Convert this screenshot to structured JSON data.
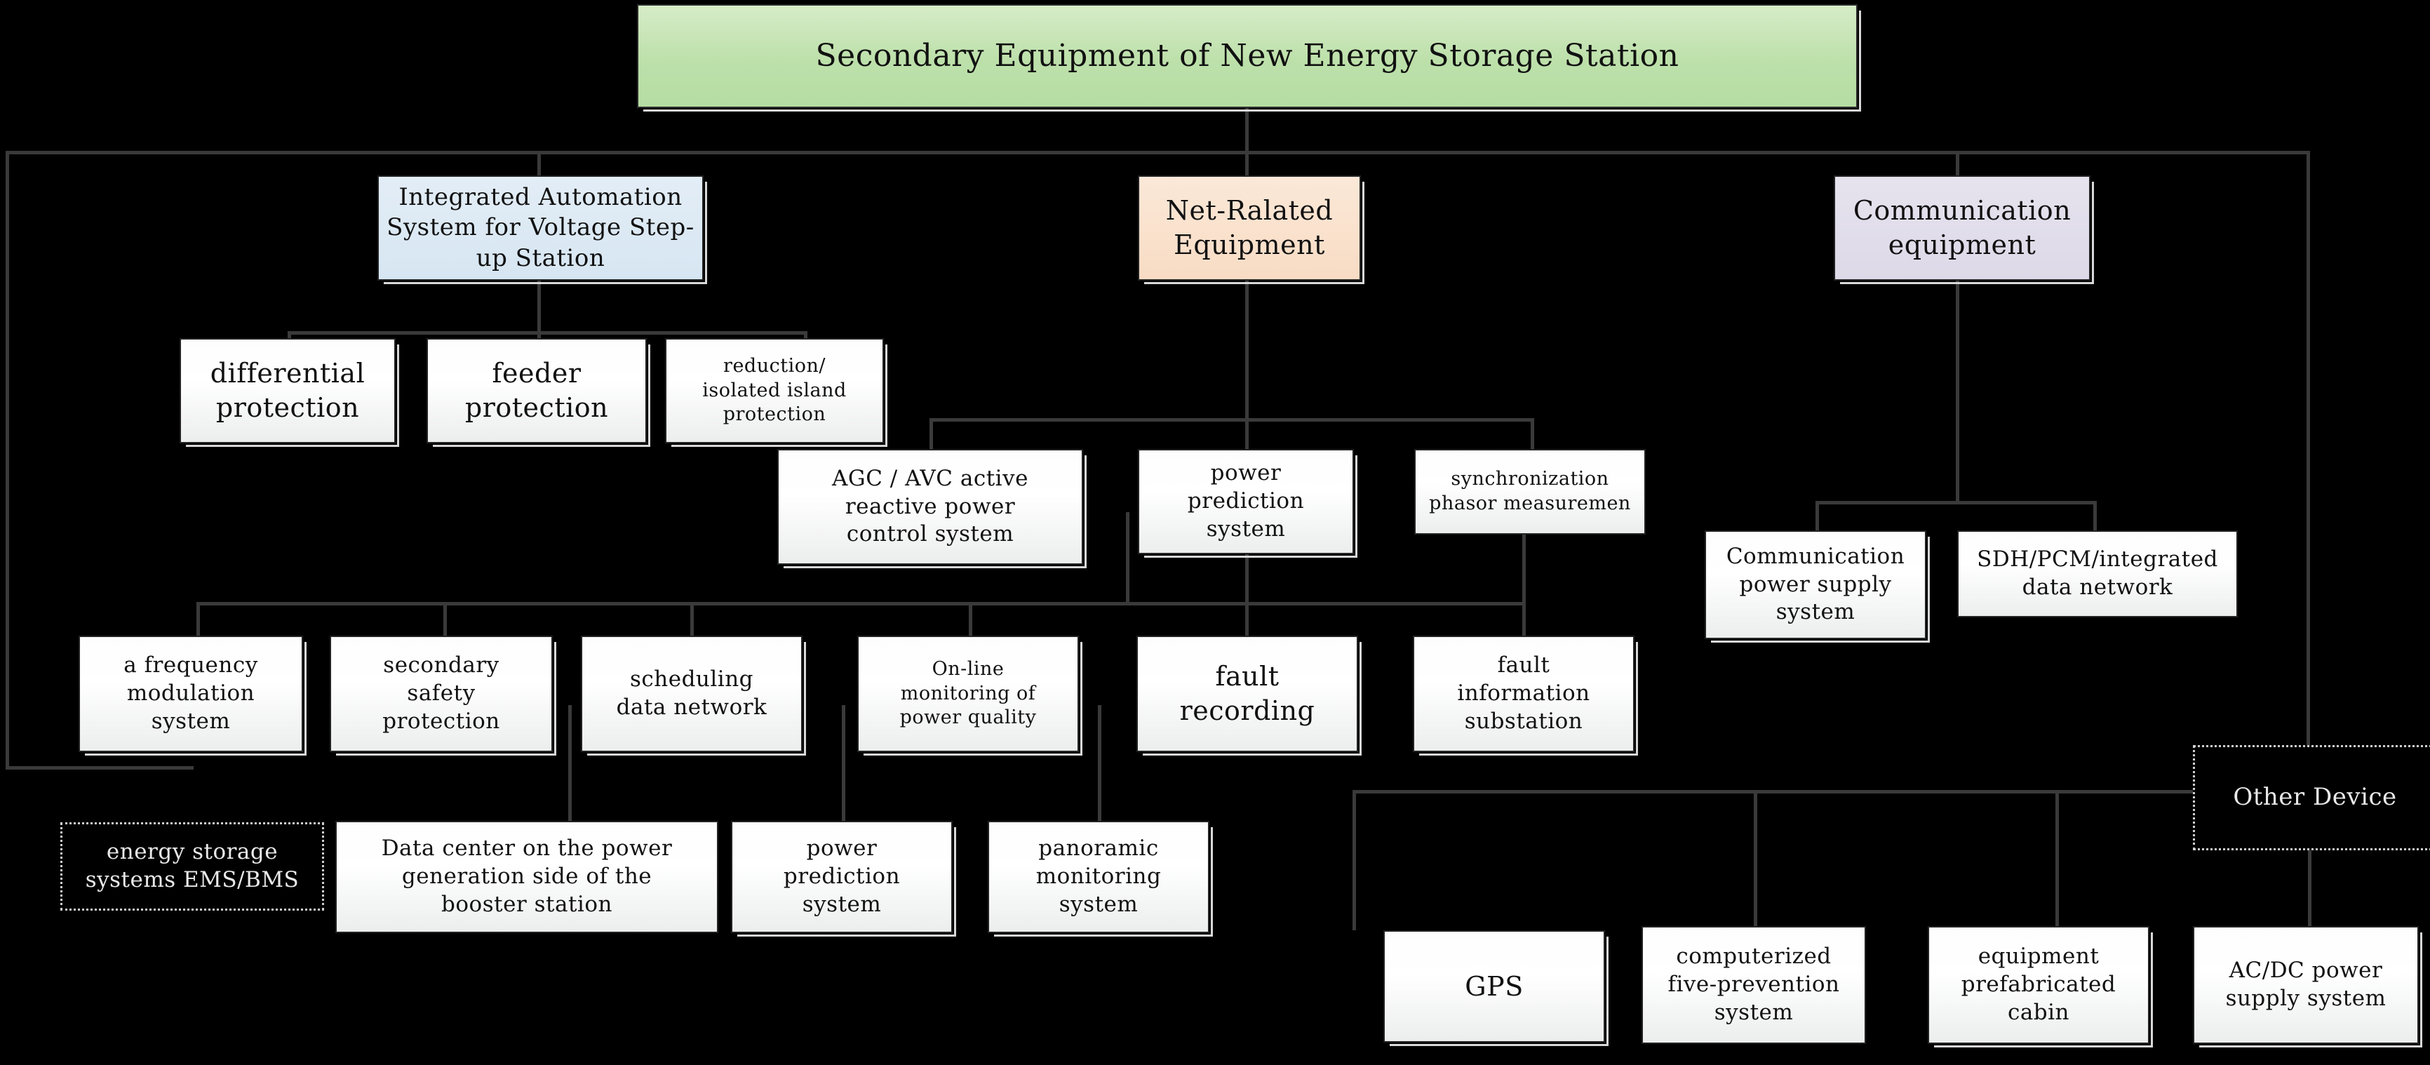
{
  "diagram": {
    "title": "Secondary Equipment of New Energy Storage Station",
    "type": "tree-hierarchy",
    "background_color": "#000000",
    "root": {
      "label": "Secondary Equipment of New Energy Storage Station",
      "fill": "#bde0aa"
    },
    "branches": [
      {
        "label": "Integrated Automation System for Voltage Step-up Station",
        "fill": "#d6e6f2"
      },
      {
        "label": "Net-Ralated Equipment",
        "fill": "#f8dcc4"
      },
      {
        "label": "Communication equipment",
        "fill": "#ddd9e8"
      },
      {
        "label": "Other Device",
        "fill": "#000000"
      }
    ],
    "nodes": {
      "differential_protection": "differential\nprotection",
      "feeder_protection": "feeder\nprotection",
      "reduction_isolated_island_protection": "reduction/\nisolated island\nprotection",
      "agc_avc": "AGC / AVC active\nreactive power\ncontrol system",
      "power_prediction_system_mid": "power\nprediction\nsystem",
      "sync_phasor": "synchronization\nphasor measuremen",
      "comm_power_supply": "Communication\npower supply\nsystem",
      "sdh_pcm": "SDH/PCM/integrated\ndata network",
      "frequency_modulation": "a frequency\nmodulation\nsystem",
      "secondary_safety_protection": "secondary\nsafety\nprotection",
      "scheduling_data_network": "scheduling\ndata network",
      "online_power_quality": "On-line\nmonitoring of\npower quality",
      "fault_recording": "fault\nrecording",
      "fault_information_substation": "fault\ninformation\nsubstation",
      "energy_storage_ems_bms": "energy storage\nsystems EMS/BMS",
      "data_center_booster": "Data center on the power\ngeneration side of the\nbooster station",
      "power_prediction_system_bottom": "power\nprediction\nsystem",
      "panoramic_monitoring": "panoramic\nmonitoring\nsystem",
      "gps": "GPS",
      "computerized_five_prevention": "computerized\nfive-prevention\nsystem",
      "equipment_prefabricated_cabin": "equipment\nprefabricated\ncabin",
      "ac_dc_power_supply": "AC/DC power\nsupply system",
      "other_device": "Other Device"
    }
  }
}
